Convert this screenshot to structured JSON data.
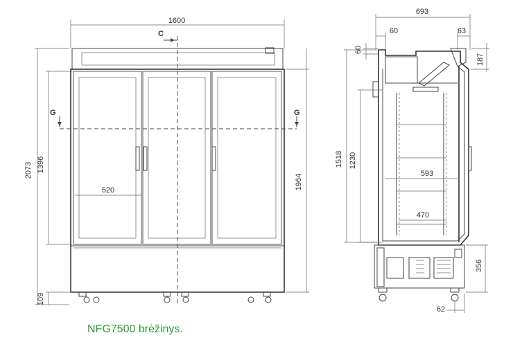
{
  "caption": "NFG7500 brėžinys.",
  "colors": {
    "caption": "#2e9a3a",
    "lines": "#444444"
  },
  "front_view": {
    "width": "1600",
    "height_total": "2073",
    "height_glass": "1396",
    "height_side": "1964",
    "door_width": "520",
    "base_height": "109",
    "section_c": "C",
    "section_g_left": "G",
    "section_g_right": "G"
  },
  "side_view": {
    "depth": "693",
    "top_left": "60",
    "top_right": "63",
    "top_edge": "60",
    "top_height": "187",
    "height_outer": "1518",
    "height_inner": "1230",
    "shelf_depth_upper": "593",
    "shelf_depth_lower": "470",
    "base_height": "356",
    "foot_offset": "62"
  }
}
